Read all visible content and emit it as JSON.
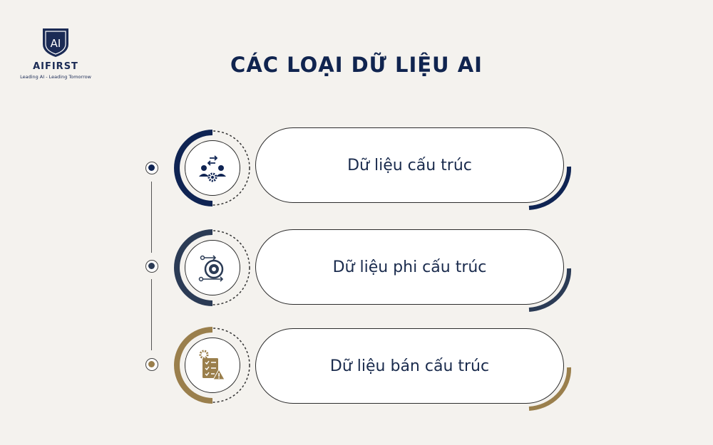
{
  "brand": {
    "logo_mark": "AI",
    "name": "AIFIRST",
    "tagline": "Leading AI - Leading Tomorrow"
  },
  "title": "CÁC LOẠI DỮ LIỆU AI",
  "items": [
    {
      "label": "Dữ liệu cấu trúc",
      "icon": "people-exchange-icon",
      "color": "#0f2453"
    },
    {
      "label": "Dữ liệu phi cấu trúc",
      "icon": "data-cycle-icon",
      "color": "#2b3b55"
    },
    {
      "label": "Dữ liệu bán cấu trúc",
      "icon": "checklist-gear-icon",
      "color": "#9a7f4c"
    }
  ]
}
